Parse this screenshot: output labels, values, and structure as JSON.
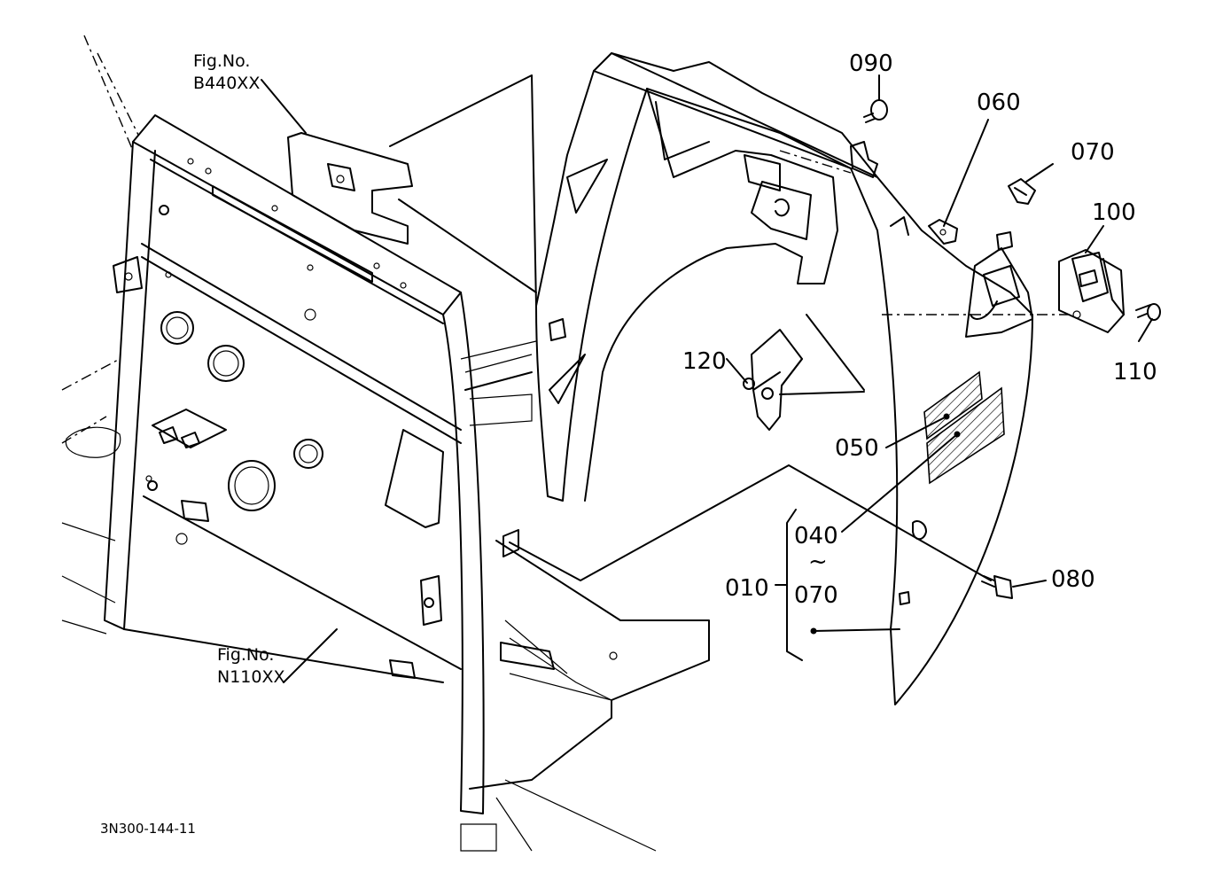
{
  "figure_refs": [
    {
      "line1": "Fig.No.",
      "line2": "B440XX"
    },
    {
      "line1": "Fig.No.",
      "line2": "N110XX"
    }
  ],
  "drawing_code": "3N300-144-11",
  "callouts": {
    "p010": "010",
    "p040": "040",
    "p050": "050",
    "p060": "060",
    "p070": "070",
    "p070b": "070",
    "p080": "080",
    "p090": "090",
    "p100": "100",
    "p110": "110",
    "p120": "120",
    "range_symbol": "~"
  }
}
